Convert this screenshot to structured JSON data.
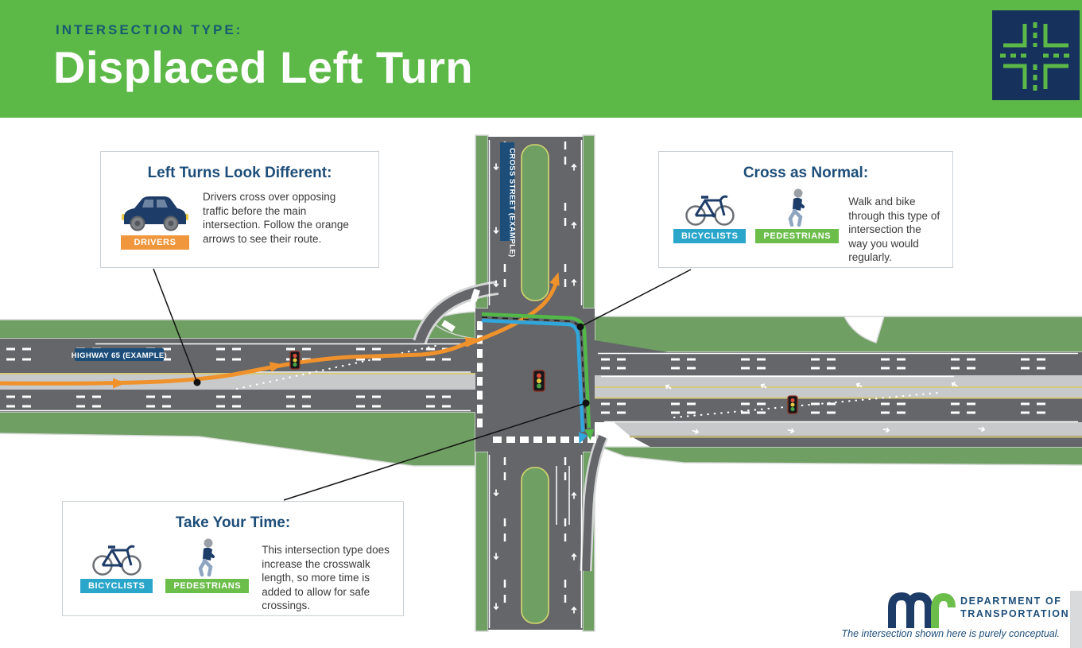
{
  "header": {
    "kicker": "INTERSECTION TYPE:",
    "title": "Displaced Left Turn"
  },
  "badges": {
    "drivers": "DRIVERS",
    "bicyclists": "BICYCLISTS",
    "pedestrians": "PEDESTRIANS"
  },
  "callouts": {
    "left_turns": {
      "title": "Left Turns Look Different:",
      "body": "Drivers cross over opposing traffic before the main intersection. Follow the orange arrows to see their route."
    },
    "cross_normal": {
      "title": "Cross as Normal:",
      "body": "Walk and bike through this type of intersection the way you would regularly."
    },
    "take_time": {
      "title": "Take Your Time:",
      "body": "This intersection type does increase the crosswalk length, so more time is added to allow for safe crossings."
    }
  },
  "diagram": {
    "road_labels": {
      "highway": "HIGHWAY 65 (EXAMPLE)",
      "cross_street": "CROSS STREET (EXAMPLE)"
    }
  },
  "footer": {
    "dept_line1": "DEPARTMENT OF",
    "dept_line2": "TRANSPORTATION",
    "disclaimer": "The intersection shown here is purely conceptual."
  },
  "colors": {
    "header_green": "#5cb947",
    "navy": "#1d4e79",
    "logo_navy": "#16325c",
    "badge_orange": "#f0963c",
    "badge_teal": "#2ba6cb",
    "badge_green": "#6cbe4b",
    "route_orange": "#f0922b",
    "route_blue": "#2fa6dc",
    "route_green": "#52b848",
    "road_gray": "#64666a",
    "paved_light": "#c7c9cb",
    "verge_green": "#6f9f62",
    "median_outline": "#d6d96e"
  }
}
